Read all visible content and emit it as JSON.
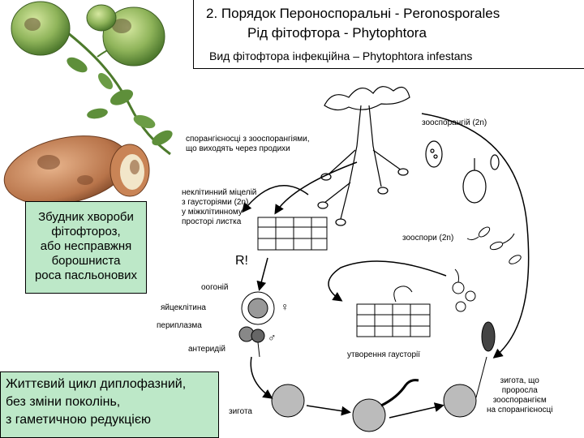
{
  "header": {
    "line1": "2. Порядок Пероноспоральні - Peronosporales",
    "line2": "Рід фітофтора - Phytophtora",
    "line3": "Вид фітофтора інфекційна – Phytophtora infestans"
  },
  "disease_box": {
    "lines": [
      "Збудник хвороби",
      "фітофтороз,",
      "або несправжня",
      "борошниста",
      "роса пасльонових"
    ]
  },
  "cycle_box": {
    "lines": [
      "Життєвий цикл диплофазний,",
      "без зміни поколінь,",
      "з гаметичною редукцією"
    ]
  },
  "labels": {
    "zoosporangium": "зооспорангій (2n)",
    "sporangiophores": [
      "спорангієносці з зооспорангіями,",
      "що виходять через продихи"
    ],
    "mycelium": [
      "неклітинний міцелій",
      "з гаусторіями (2n)",
      "у міжклітинному",
      "просторі листка"
    ],
    "zoospores": "зооспори (2n)",
    "meiosis": "R!",
    "oogonium": "оогоній",
    "egg_cell": "яйцеклітина",
    "periplasm": "периплазма",
    "antheridium": "антеридій",
    "haustorium": "утворення гаусторії",
    "zygote": "зигота",
    "zygote_sprouted": [
      "зигота, що",
      "проросла",
      "зооспорангієм",
      "на спорангієносці"
    ],
    "female_symbol": "♀",
    "male_symbol": "♂"
  },
  "colors": {
    "box_fill": "#bde8c8",
    "tomato_green": "#7aa84a",
    "potato_skin": "#b8744a",
    "leaf_green": "#5e8f3a"
  }
}
